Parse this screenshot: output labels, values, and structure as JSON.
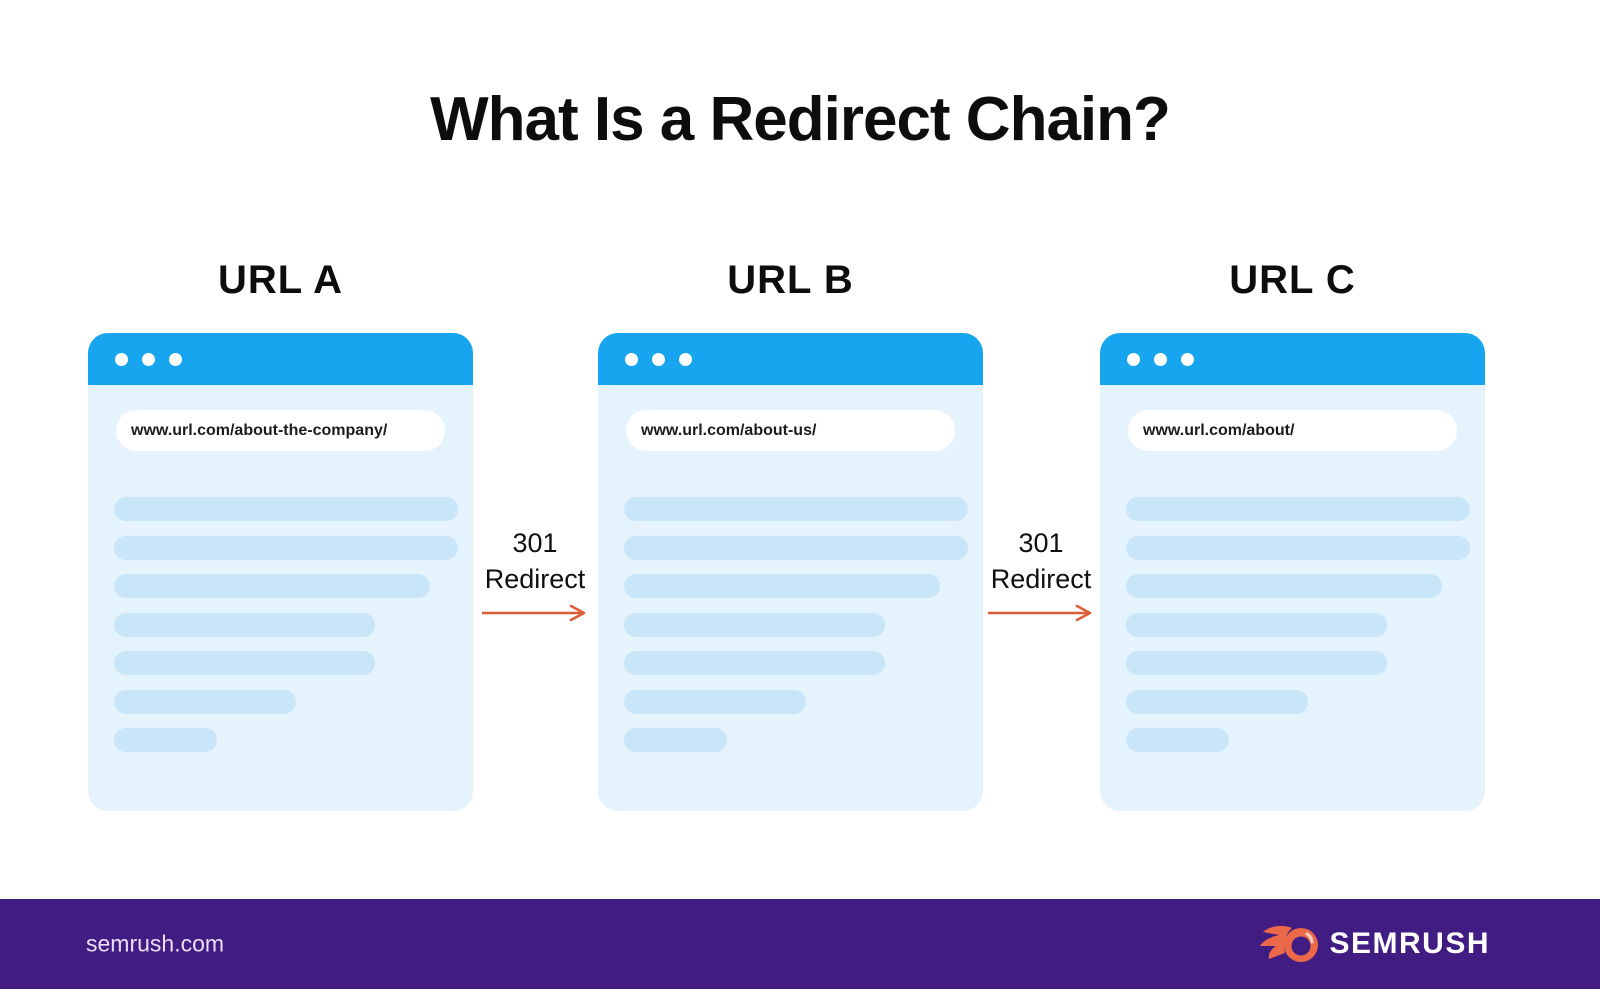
{
  "title": "What Is a Redirect Chain?",
  "windows": [
    {
      "label": "URL A",
      "url": "www.url.com/about-the-company/"
    },
    {
      "label": "URL B",
      "url": "www.url.com/about-us/"
    },
    {
      "label": "URL C",
      "url": "www.url.com/about/"
    }
  ],
  "redirects": [
    {
      "code": "301",
      "label": "Redirect"
    },
    {
      "code": "301",
      "label": "Redirect"
    }
  ],
  "skeleton": {
    "line_widths_pct": [
      100,
      100,
      92,
      76,
      76,
      53,
      30
    ]
  },
  "footer": {
    "site": "semrush.com",
    "brand": "SEMRUSH"
  },
  "icons": {
    "window_dots": "window-control-dots",
    "arrow": "right-arrow",
    "brand_icon": "semrush-comet"
  },
  "colors": {
    "header_blue": "#18A5F0",
    "body_blue": "#E5F3FC",
    "skeleton_blue": "#C9E5F8",
    "arrow_orange": "#DC5E37",
    "footer_purple": "#411C82",
    "logo_orange": "#EB694A",
    "ink": "#0D0D0D"
  }
}
